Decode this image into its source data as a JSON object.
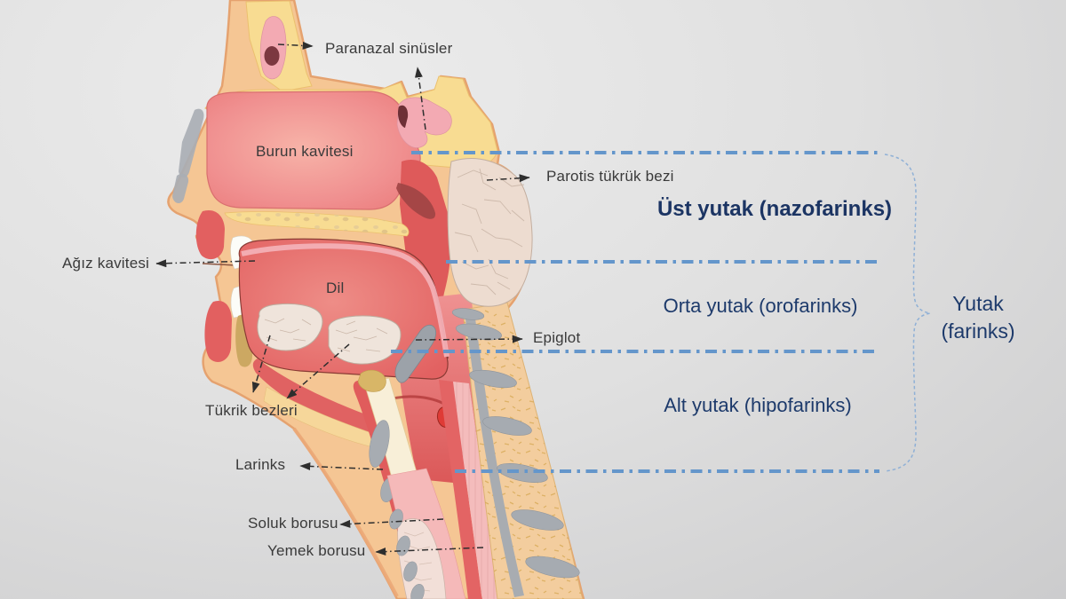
{
  "labels": {
    "paranazal": "Paranazal sinüsler",
    "burun": "Burun kavitesi",
    "parotis": "Parotis tükrük bezi",
    "agiz": "Ağız kavitesi",
    "dil": "Dil",
    "epiglot": "Epiglot",
    "tukrik": "Tükrik bezleri",
    "larinks": "Larinks",
    "soluk": "Soluk borusu",
    "yemek": "Yemek borusu"
  },
  "regions": {
    "ust": "Üst yutak (nazofarinks)",
    "orta": "Orta yutak (orofarinks)",
    "alt": "Alt yutak (hipofarinks)"
  },
  "brace": {
    "line1": "Yutak",
    "line2": "(farinks)"
  },
  "colors": {
    "accent_blue": "#6496CB",
    "brace_blue": "#8FB0D6",
    "navy_text": "#1D3A6B",
    "label_text": "#3A3A3A",
    "skin": "#F5C694",
    "bone_yellow": "#F8DC92",
    "vertebra_tan": "#F3CD9E",
    "cavity_pink": "#EE8484",
    "tissue_red": "#E05C5C",
    "cartilage_gray": "#A7ACB2",
    "gland_beige": "#EFE4DB",
    "sinus_pink": "#F3AAB3",
    "background": "#DEDEDE"
  }
}
